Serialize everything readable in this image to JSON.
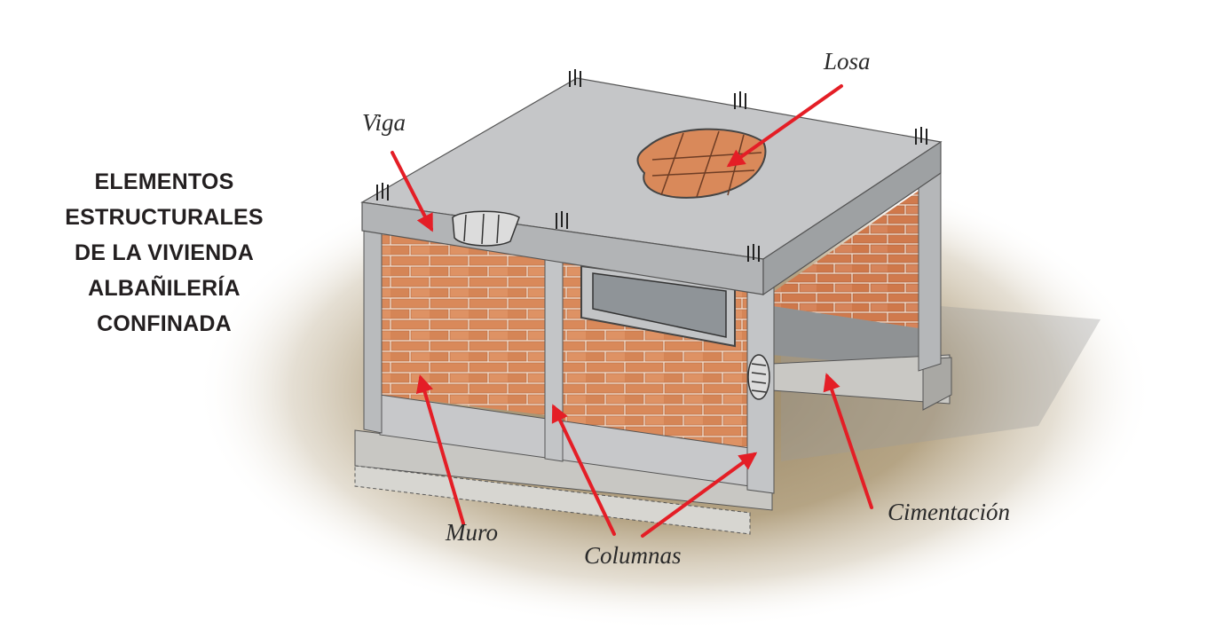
{
  "title_lines": [
    "ELEMENTOS",
    "ESTRUCTURALES",
    "DE LA VIVIENDA",
    "ALBAÑILERÍA",
    "CONFINADA"
  ],
  "labels": {
    "losa": "Losa",
    "viga": "Viga",
    "muro": "Muro",
    "columnas": "Columnas",
    "cimentacion": "Cimentación"
  },
  "colors": {
    "brick": "#d9895a",
    "mortar": "#f3dccb",
    "concrete": "#c4c6c8",
    "arrow": "#e41e26",
    "ground": "#b19f7f"
  }
}
